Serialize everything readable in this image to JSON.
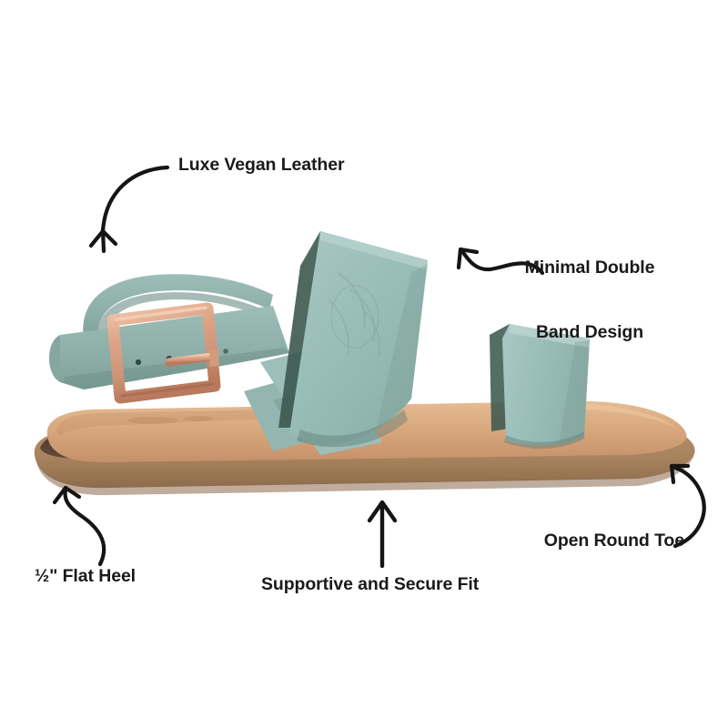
{
  "image": {
    "subject": "womens-flat-sandal-side-view",
    "background_color": "#ffffff"
  },
  "product": {
    "colors": {
      "strap_sage": "#9ebfba",
      "strap_sage_light": "#aecbc6",
      "strap_sage_mid": "#8fb3ad",
      "strap_shadow_dark": "#3c5950",
      "strap_shadow_mid": "#6d8d85",
      "footbed_tan": "#d8a87e",
      "footbed_tan_light": "#e3b892",
      "midsole_brown": "#5c4433",
      "outsole_tan": "#a8835e",
      "outsole_tan_light": "#bb9770",
      "buckle_rose_gold": "#d9a183",
      "buckle_rose_gold_light": "#eec0a4",
      "buckle_rose_gold_dark": "#b8795c"
    }
  },
  "callouts": [
    {
      "id": "luxe-vegan-leather",
      "label": "Luxe Vegan Leather",
      "arrow": "curved-arc-down-left"
    },
    {
      "id": "minimal-double-band-design",
      "label_line1": "Minimal Double",
      "label_line2": "Band Design",
      "arrow": "s-curve-left"
    },
    {
      "id": "flat-heel",
      "label": "½\" Flat Heel",
      "arrow": "s-curve-up-left"
    },
    {
      "id": "supportive-secure-fit",
      "label": "Supportive and Secure Fit",
      "arrow": "straight-up"
    },
    {
      "id": "open-round-toe",
      "label": "Open Round Toe",
      "arrow": "c-arc-up-left"
    }
  ]
}
